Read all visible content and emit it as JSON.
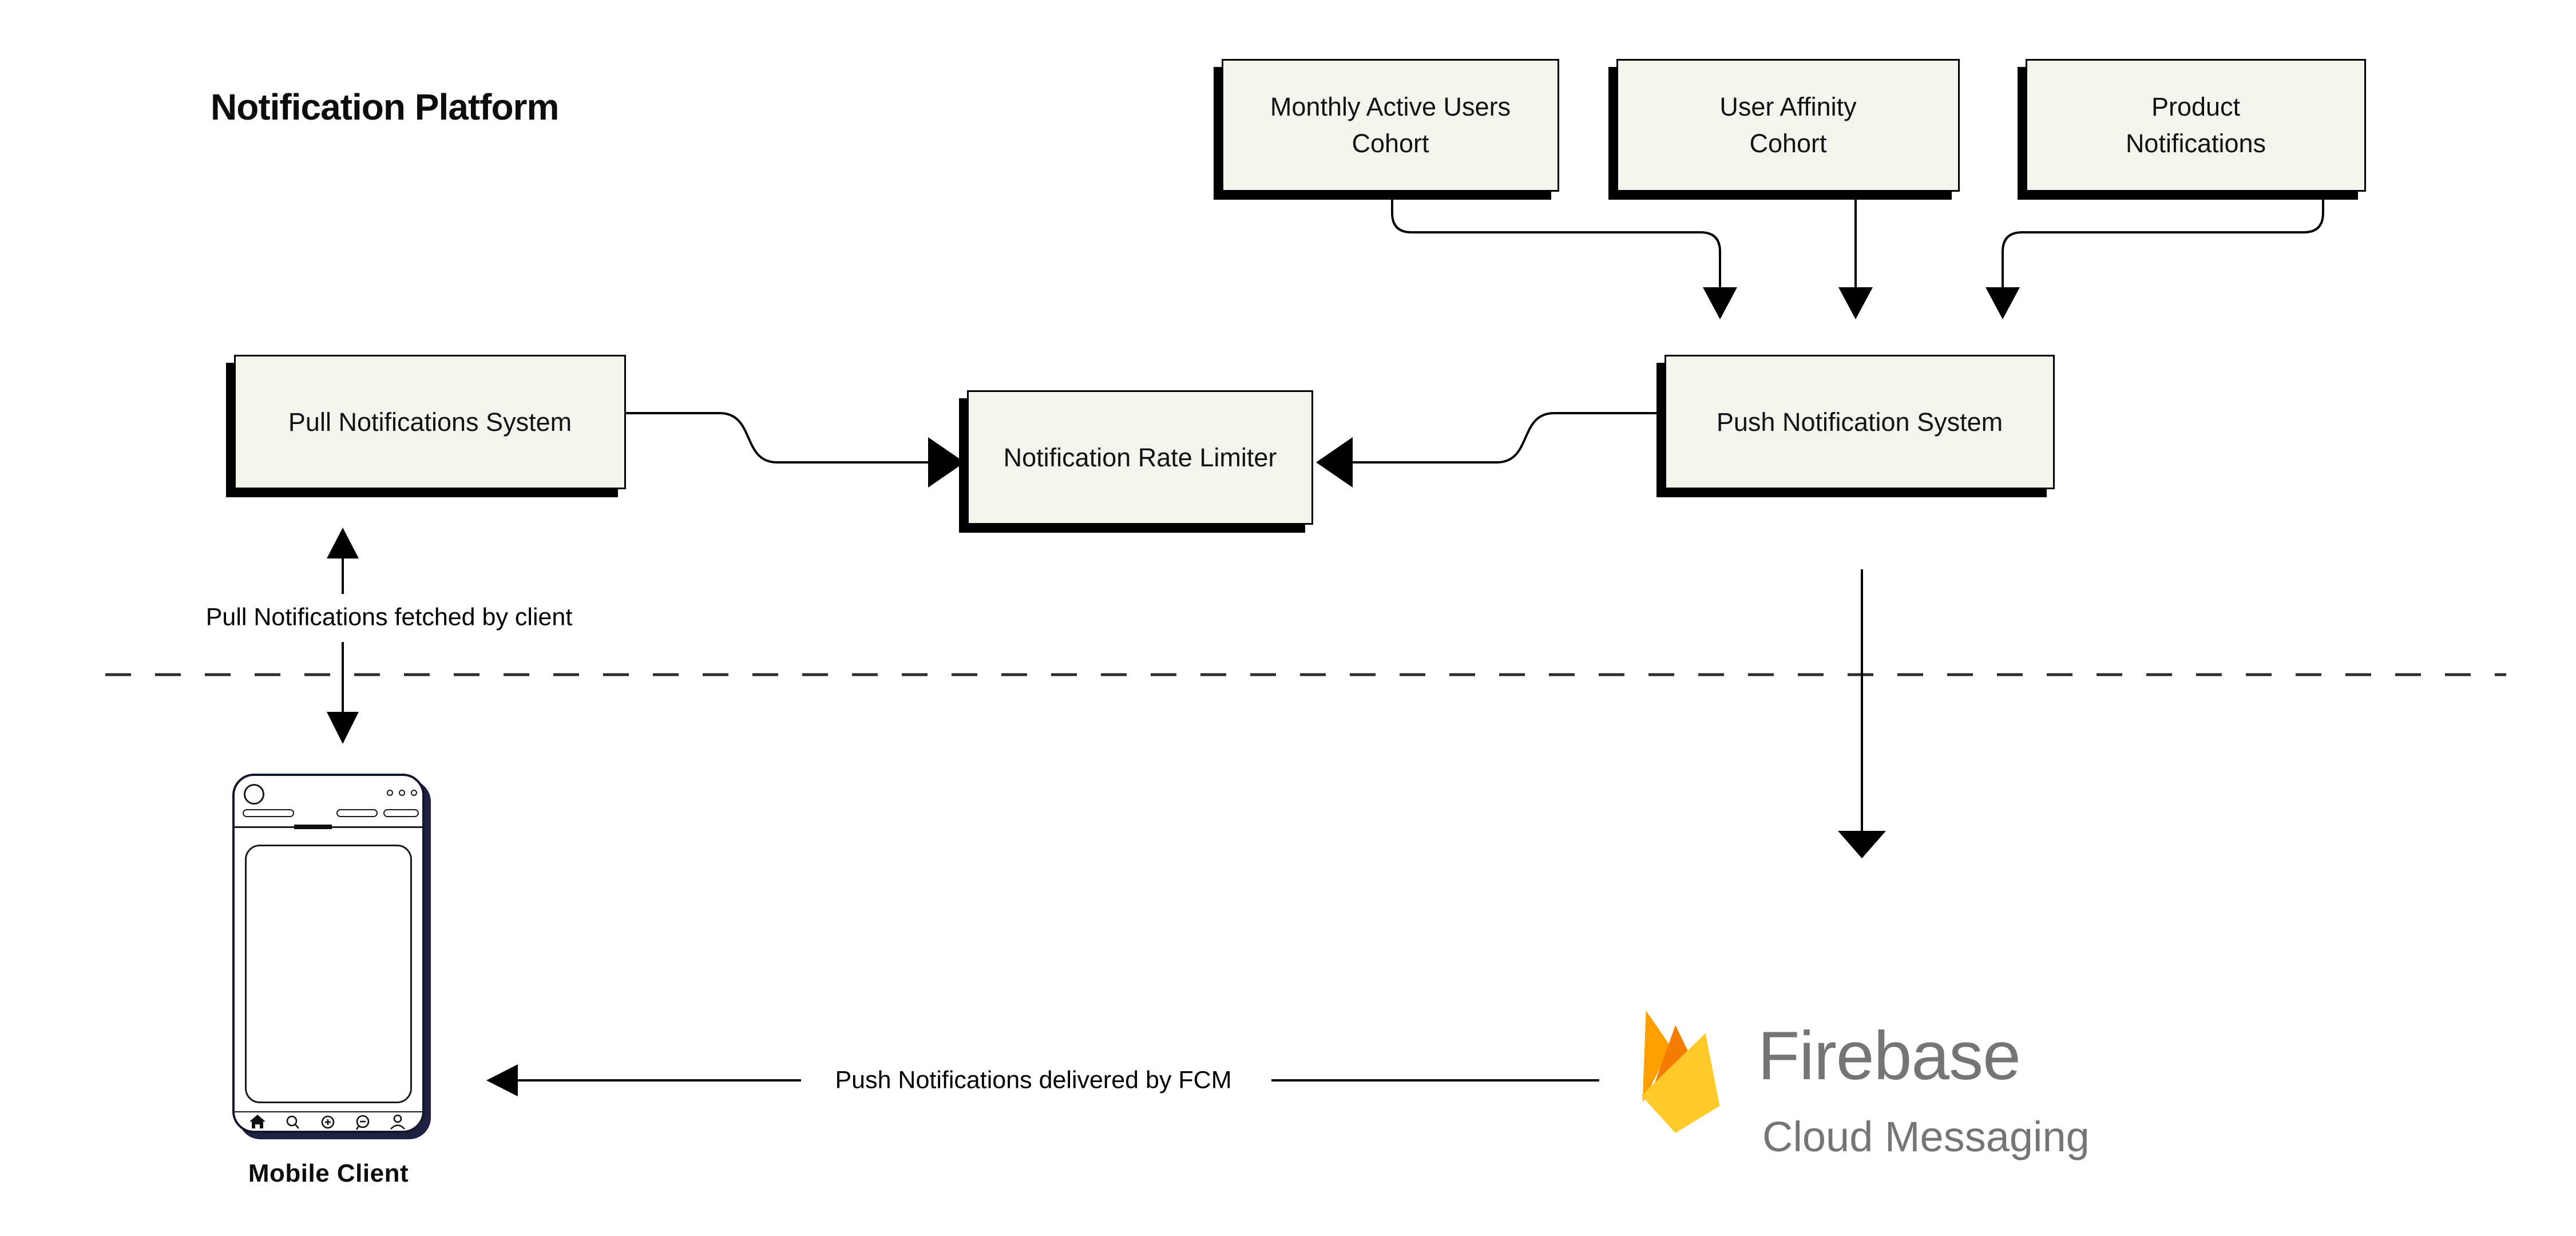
{
  "title": "Notification Platform",
  "colors": {
    "background": "#ffffff",
    "node_fill": "#f5f4ec",
    "node_border": "#000000",
    "node_shadow": "#000000",
    "connector": "#000000",
    "divider_dash": "#2d2d2d",
    "phone_outline": "#14162b",
    "phone_shadow": "#1e2142",
    "firebase_text_gray": "#757575",
    "flame_amber": "#ffa000",
    "flame_orange": "#f57c00",
    "flame_yellow": "#ffca28"
  },
  "nodes": {
    "monthly": {
      "label": "Monthly Active Users\nCohort"
    },
    "affinity": {
      "label": "User Affinity\nCohort"
    },
    "product": {
      "label": "Product\nNotifications"
    },
    "pull": {
      "label": "Pull Notifications System"
    },
    "limiter": {
      "label": "Notification Rate Limiter"
    },
    "push": {
      "label": "Push Notification System"
    }
  },
  "edges": {
    "pull_fetch": "Pull Notifications fetched by client",
    "push_deliver": "Push Notifications delivered by FCM"
  },
  "mobile": {
    "label": "Mobile Client",
    "nav_icons": [
      "home-icon",
      "search-icon",
      "add-icon",
      "chat-icon",
      "profile-icon"
    ]
  },
  "firebase": {
    "brand": "Firebase",
    "product": "Cloud Messaging"
  }
}
